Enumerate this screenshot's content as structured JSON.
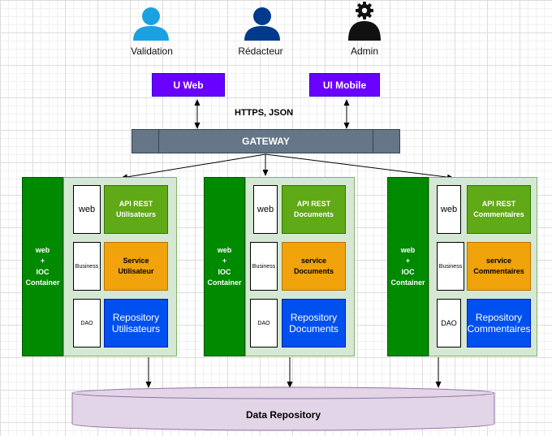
{
  "actors": [
    {
      "label": "Validation",
      "icon": "user-icon",
      "color": "#1ba1e2"
    },
    {
      "label": "Rédacteur",
      "icon": "user-icon",
      "color": "#003a8c"
    },
    {
      "label": "Admin",
      "icon": "admin-user-gear-icon",
      "color": "#111111"
    }
  ],
  "clients": [
    {
      "label": "U Web"
    },
    {
      "label": "UI Mobile"
    }
  ],
  "protocol": "HTTPS, JSON",
  "gateway": "GATEWAY",
  "services": [
    {
      "container": [
        "web",
        "+",
        "IOC",
        "Container"
      ],
      "layers": [
        "web",
        "Business",
        "DAO"
      ],
      "api": [
        "API REST",
        "Utilisateurs"
      ],
      "service": [
        "Service",
        "Utilisateur"
      ],
      "repository": [
        "Repository",
        "Utilisateurs"
      ]
    },
    {
      "container": [
        "web",
        "+",
        "IOC",
        "Container"
      ],
      "layers": [
        "web",
        "Business",
        "DAO"
      ],
      "api": [
        "API REST",
        "Documents"
      ],
      "service": [
        "service",
        "Documents"
      ],
      "repository": [
        "Repository",
        "Documents"
      ]
    },
    {
      "container": [
        "web",
        "+",
        "IOC",
        "Container"
      ],
      "layers": [
        "web",
        "Business",
        "DAO"
      ],
      "api": [
        "API REST",
        "Commentaires"
      ],
      "service": [
        "service",
        "Commentaires"
      ],
      "repository": [
        "Repository",
        "Commentaires"
      ]
    }
  ],
  "database": "Data Repository",
  "colors": {
    "client": "#6a00ff",
    "gateway": "#647687",
    "ioc": "#008a00",
    "panel": "#d5e8d4",
    "api": "#60a917",
    "service": "#f0a30a",
    "repository": "#0050ef",
    "database": "#e1d5e7"
  }
}
